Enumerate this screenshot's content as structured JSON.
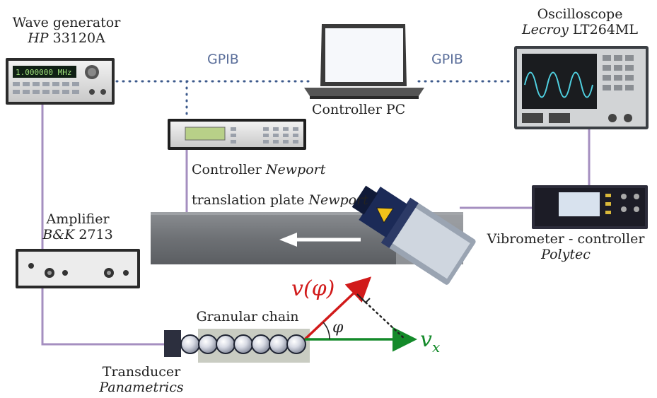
{
  "wave_generator": {
    "title": "Wave generator",
    "brand": "HP",
    "model": "33120A",
    "display": "1.000000 MHz"
  },
  "oscilloscope": {
    "title": "Oscilloscope",
    "brand": "Lecroy",
    "model": "LT264ML"
  },
  "pc": {
    "label": "Controller PC"
  },
  "gpib": {
    "left": "GPIB",
    "right": "GPIB"
  },
  "controller": {
    "label": "Controller",
    "brand": "Newport"
  },
  "plate": {
    "label": "translation plate",
    "brand": "Newport"
  },
  "amplifier": {
    "title": "Amplifier",
    "brand": "B&K",
    "model": "2713"
  },
  "vibrometer": {
    "title": "Vibrometer - controller",
    "brand": "Polytec"
  },
  "transducer": {
    "title": "Transducer",
    "brand": "Panametrics"
  },
  "chain": {
    "label": "Granular chain",
    "bead_count": 7
  },
  "vectors": {
    "velocity": "v(φ)",
    "angle": "φ",
    "vx_base": "v",
    "vx_sub": "x"
  },
  "colors": {
    "wire": "#a58fc0",
    "gpib": "#3d5a8c",
    "red": "#d11a1a",
    "green": "#148a2a"
  },
  "icons": {
    "arrow": "left-arrow-icon",
    "laser_warning": "laser-warning-icon"
  }
}
